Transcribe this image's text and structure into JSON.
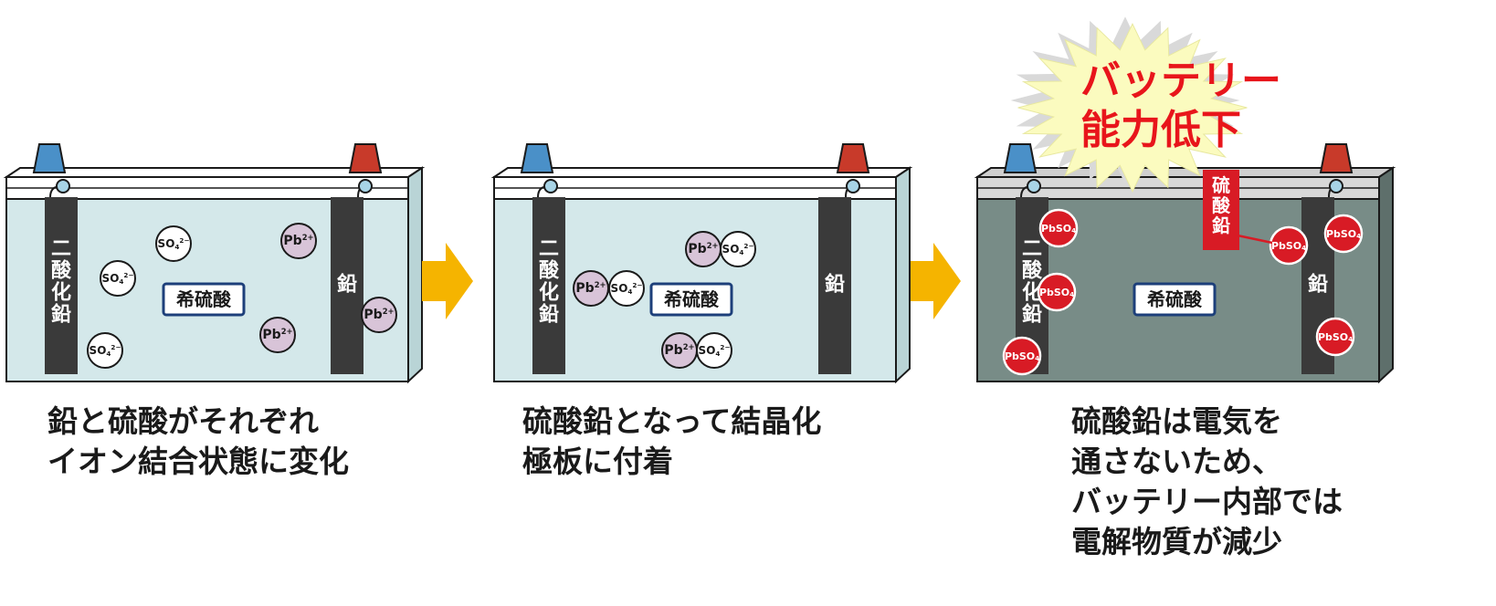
{
  "colors": {
    "electrolyte_fresh": "#d4e8ea",
    "electrolyte_degraded": "#788c87",
    "plate": "#3a3a3a",
    "terminal_negative": "#4a90c8",
    "terminal_positive": "#c83a2a",
    "arrow": "#f5b400",
    "pb_ion": "#d8c4d8",
    "pbso4": "#d81b25",
    "burst": "#fbfbbf",
    "alert_text": "#e8151b",
    "label_border": "#1d3f7a"
  },
  "panels": [
    {
      "state": "fresh",
      "left_plate_label": "二酸化鉛",
      "right_plate_label": "鉛",
      "electrolyte_label": "希硫酸",
      "caption": [
        "鉛と硫酸がそれぞれ",
        "イオン結合状態に変化"
      ]
    },
    {
      "state": "crystallizing",
      "left_plate_label": "二酸化鉛",
      "right_plate_label": "鉛",
      "electrolyte_label": "希硫酸",
      "caption": [
        "硫酸鉛となって結晶化",
        "極板に付着"
      ]
    },
    {
      "state": "degraded",
      "left_plate_label": "二酸化鉛",
      "right_plate_label": "鉛",
      "electrolyte_label": "希硫酸",
      "callout_label": "硫酸鉛",
      "caption": [
        "硫酸鉛は電気を",
        "通さないため、",
        "バッテリー内部では",
        "電解物質が減少"
      ]
    }
  ],
  "ions": {
    "so4_main": "SO",
    "so4_sub": "4",
    "so4_sup": "2−",
    "pb_main": "Pb",
    "pb_sup": "2+",
    "pbso4_main": "PbSO",
    "pbso4_sub": "4"
  },
  "alert": {
    "line1": "バッテリー",
    "line2": "能力低下"
  }
}
